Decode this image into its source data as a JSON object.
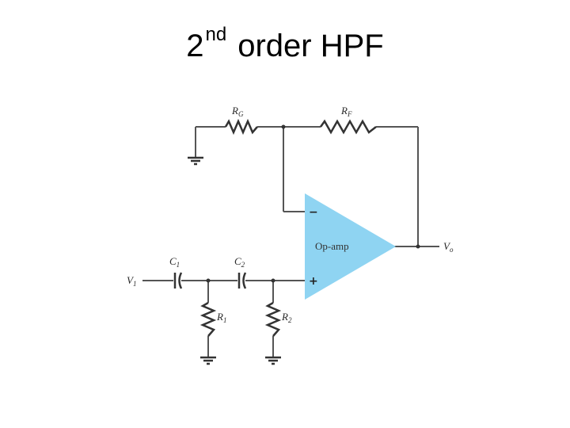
{
  "slide": {
    "title_main": "2",
    "title_sup": "nd",
    "title_rest": "order HPF"
  },
  "circuit": {
    "rg_label": "R",
    "rg_sub": "G",
    "rf_label": "R",
    "rf_sub": "F",
    "c1_label": "C",
    "c1_sub": "1",
    "c2_label": "C",
    "c2_sub": "2",
    "r1_label": "R",
    "r1_sub": "1",
    "r2_label": "R",
    "r2_sub": "2",
    "v1_label": "V",
    "v1_sub": "1",
    "vo_label": "V",
    "vo_sub": "o",
    "opamp_label": "Op-amp",
    "minus_sign": "−",
    "plus_sign": "+",
    "opamp_color": "#8fd4f2",
    "wire_color": "#555555"
  }
}
